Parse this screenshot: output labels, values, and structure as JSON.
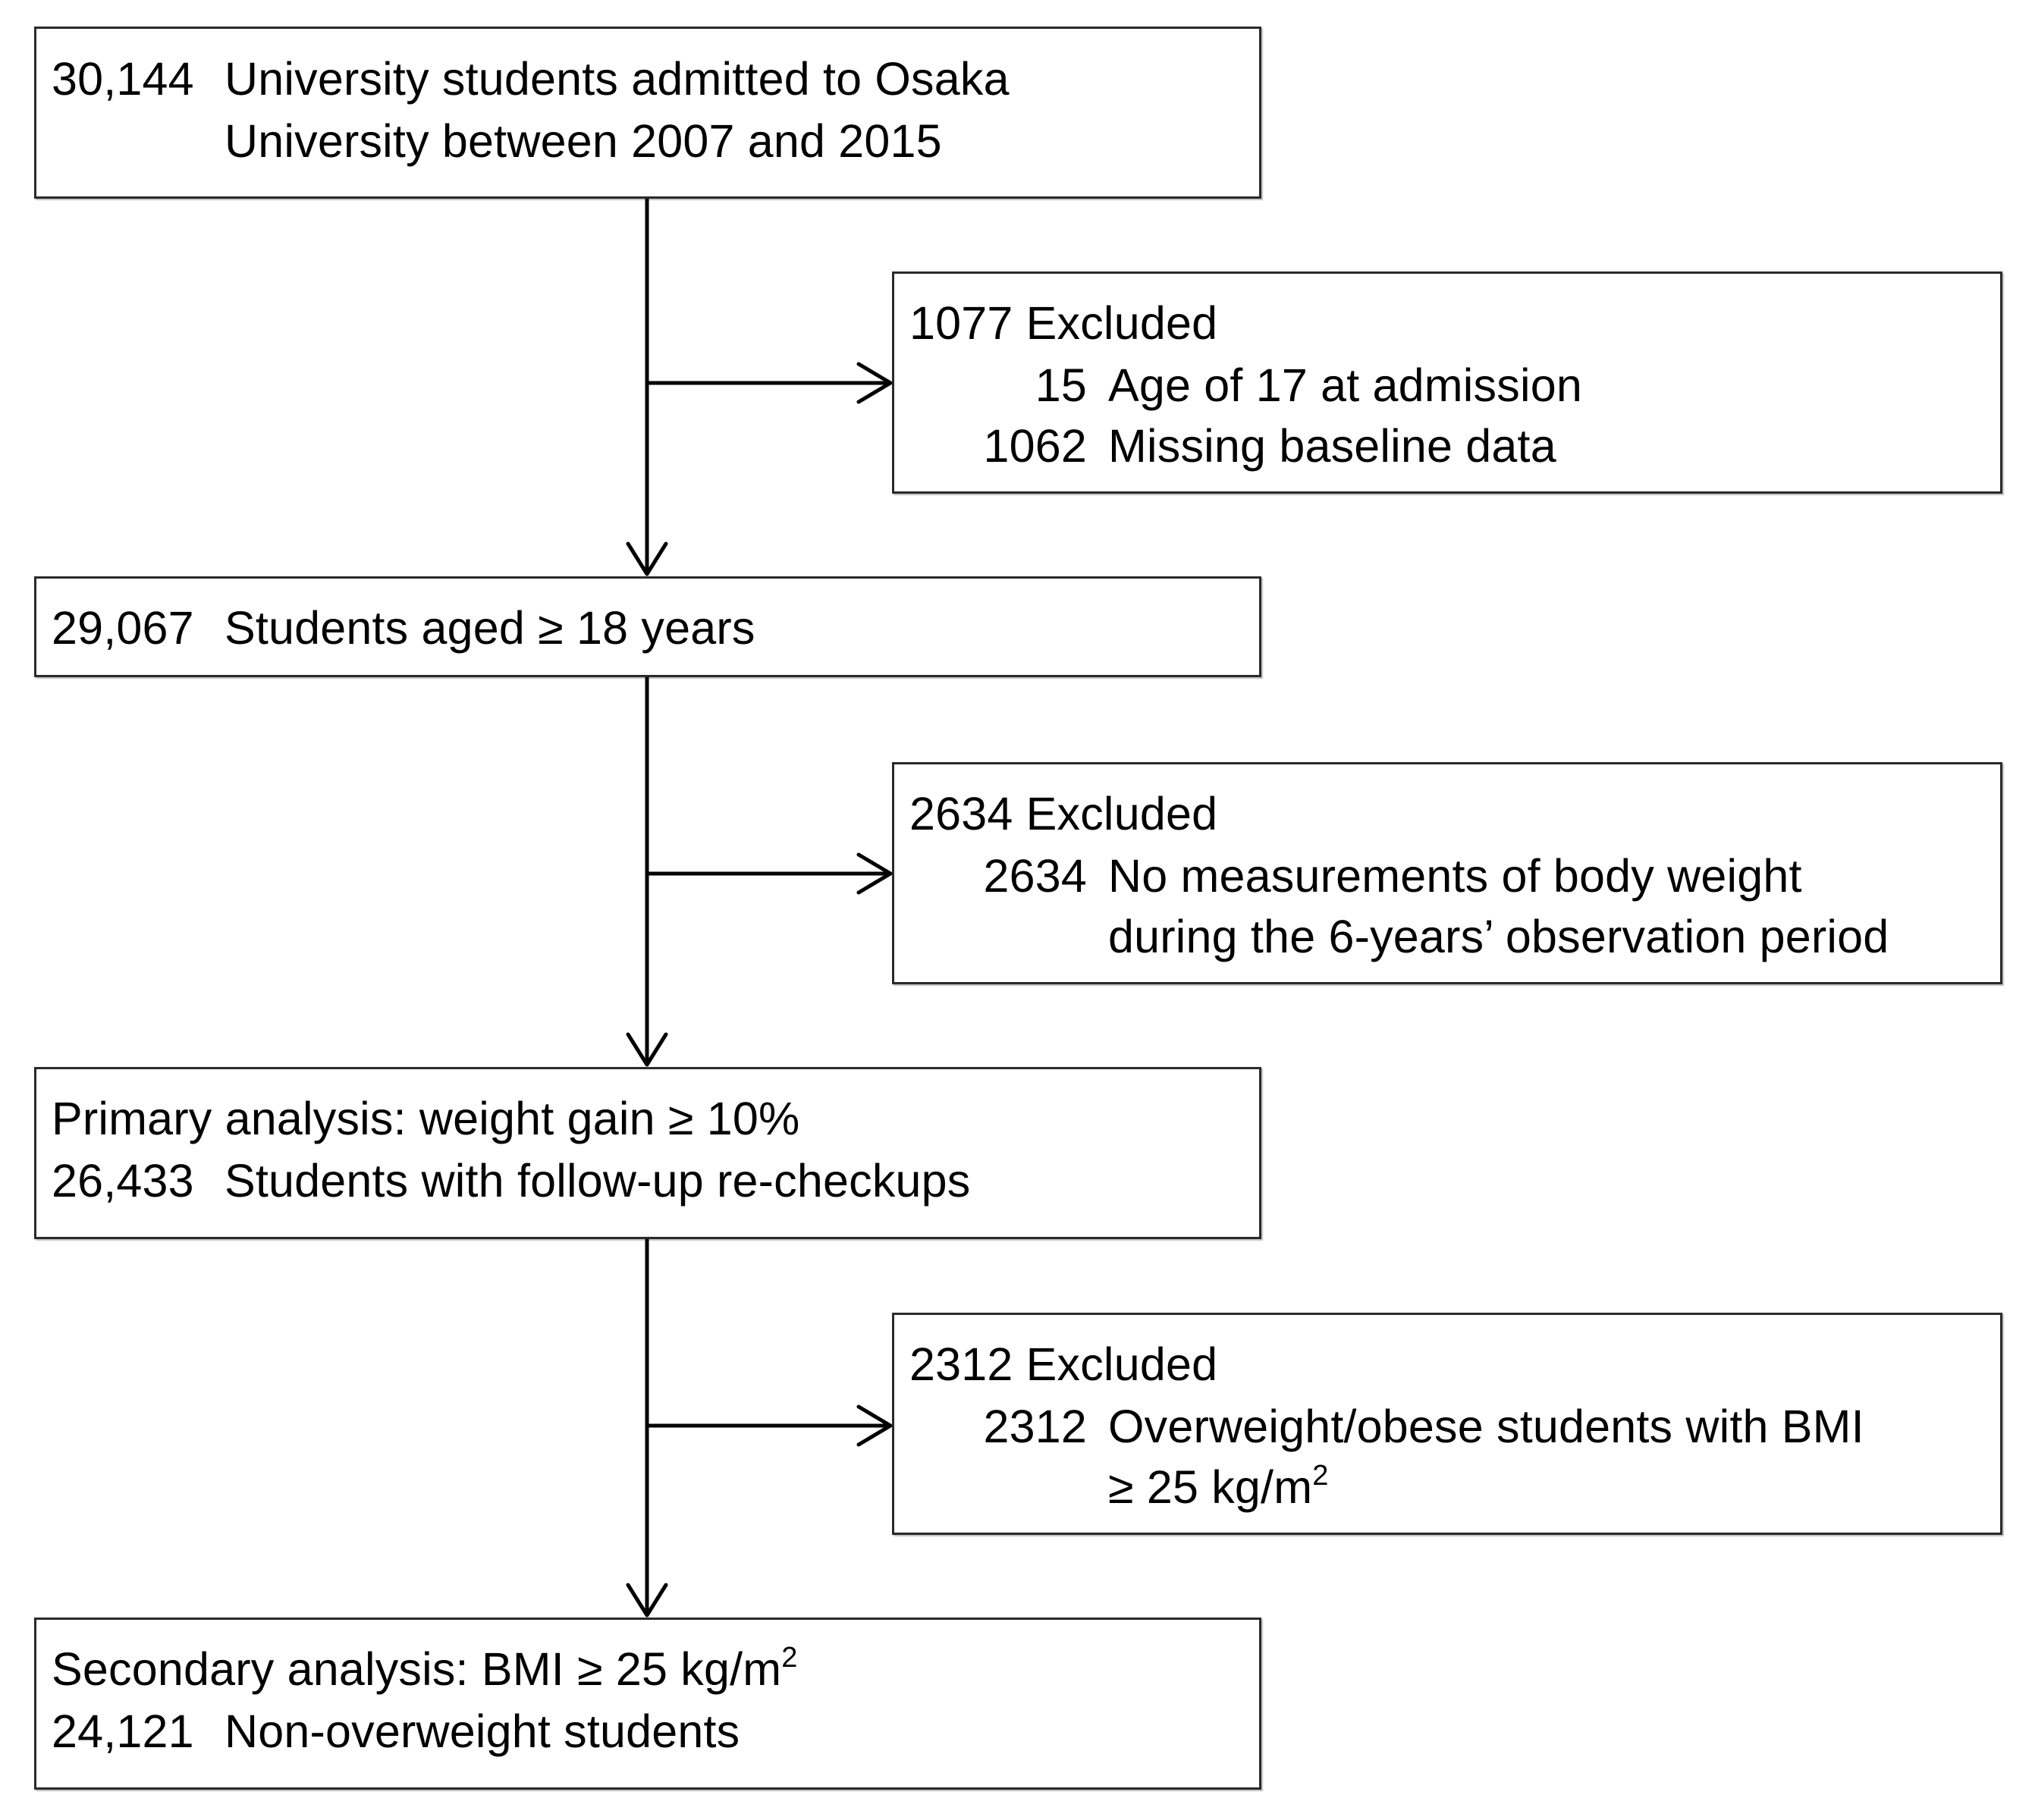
{
  "boxes": {
    "admitted": {
      "count": "30,144",
      "line1": "University students admitted to Osaka",
      "line2": "University between 2007 and 2015"
    },
    "exclusion1": {
      "header": "1077 Excluded",
      "items": [
        {
          "count": "15",
          "label": "Age of 17 at admission"
        },
        {
          "count": "1062",
          "label": "Missing baseline data"
        }
      ]
    },
    "aged18": {
      "count": "29,067",
      "label": "Students aged ≥ 18 years"
    },
    "exclusion2": {
      "header": "2634 Excluded",
      "items": [
        {
          "count": "2634",
          "line1": "No measurements of body weight",
          "line2": "during the 6-years’ observation period"
        }
      ]
    },
    "primary": {
      "title": "Primary analysis: weight gain ≥ 10%",
      "count": "26,433",
      "label": "Students with follow-up re-checkups"
    },
    "exclusion3": {
      "header": "2312 Excluded",
      "items": [
        {
          "count": "2312",
          "line1": "Overweight/obese students with BMI",
          "line2": "≥ 25 kg/m",
          "line2_sup": "2"
        }
      ]
    },
    "secondary": {
      "title": "Secondary analysis: BMI ≥ 25 kg/m",
      "title_sup": "2",
      "count": "24,121",
      "label": "Non-overweight students"
    }
  },
  "colors": {
    "line": "#000000",
    "border": "#2a2a2a",
    "background": "#ffffff"
  }
}
